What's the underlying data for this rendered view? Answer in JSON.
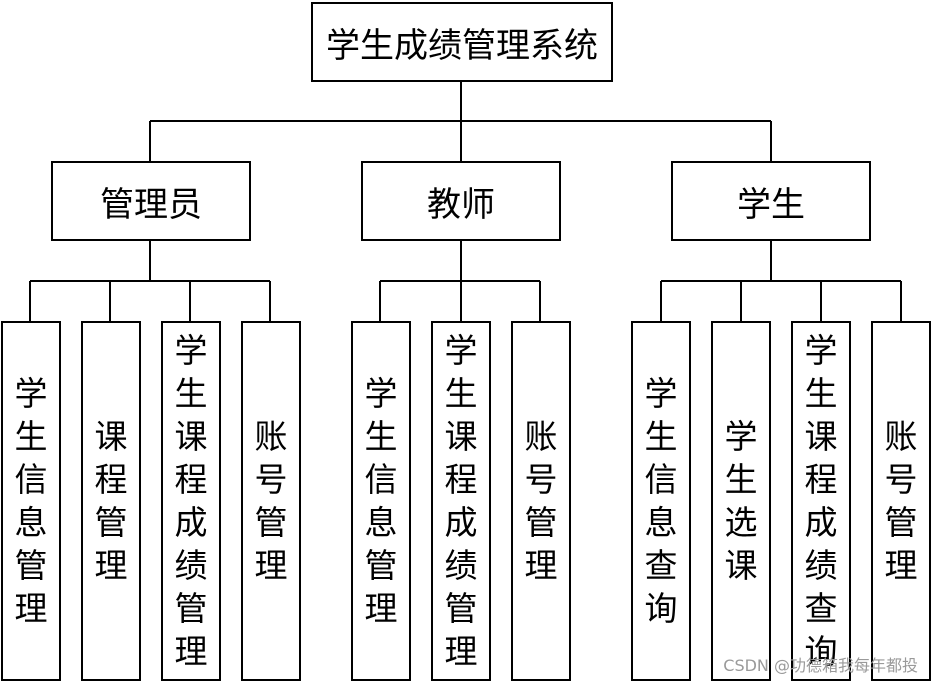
{
  "root": {
    "label": "学生成绩管理系统"
  },
  "roles": [
    {
      "label": "管理员",
      "children": [
        "学生信息管理",
        "课程管理",
        "学生课程成绩管理",
        "账号管理"
      ]
    },
    {
      "label": "教师",
      "children": [
        "学生信息管理",
        "学生课程成绩管理",
        "账号管理"
      ]
    },
    {
      "label": "学生",
      "children": [
        "学生信息查询",
        "学生选课",
        "学生课程成绩查询",
        "账号管理"
      ]
    }
  ],
  "watermark": "CSDN @功德箱我每年都投"
}
